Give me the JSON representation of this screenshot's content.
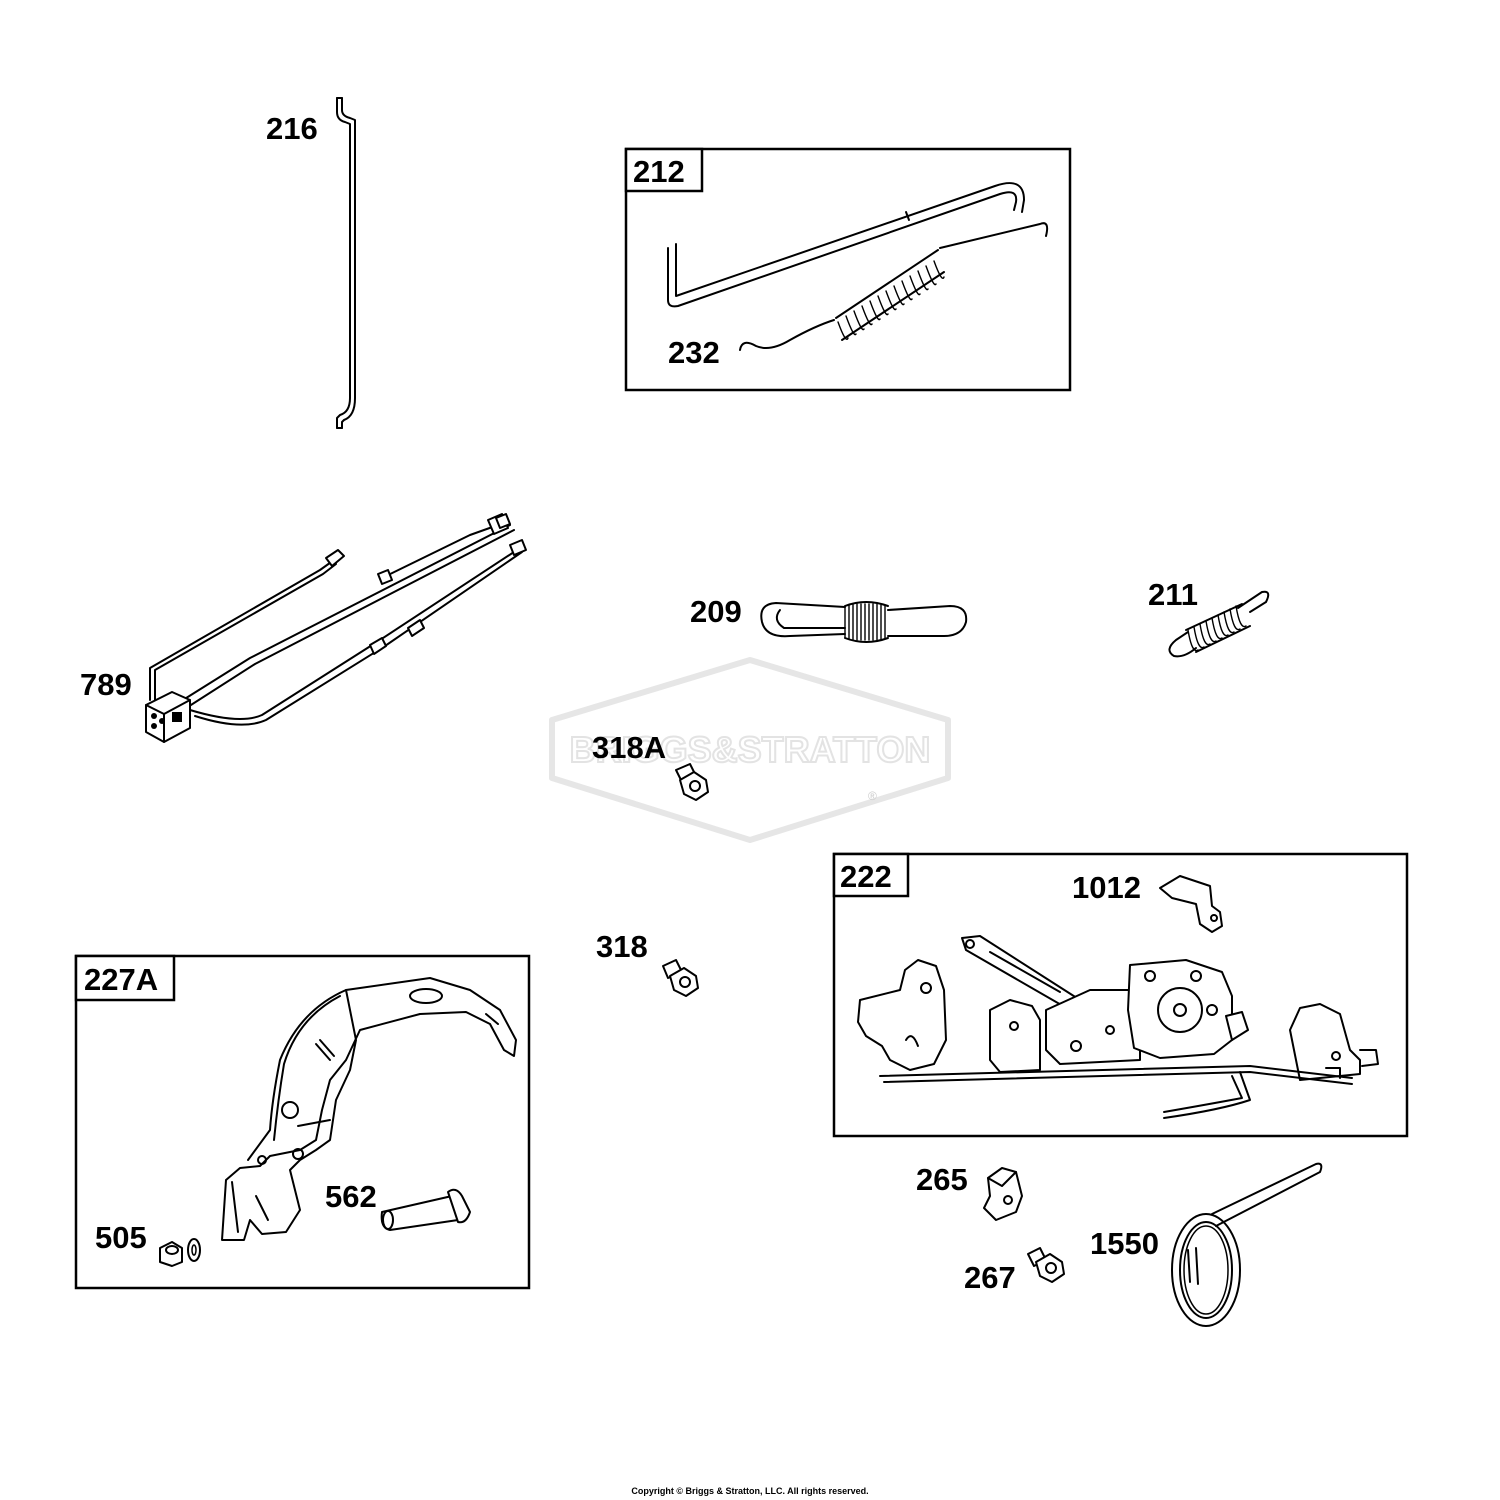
{
  "watermark": {
    "brand_text": "BRIGGS&STRATTON",
    "registered_mark": "®"
  },
  "parts": {
    "p216": "216",
    "p232": "232",
    "p209": "209",
    "p211": "211",
    "p789": "789",
    "p318A": "318A",
    "p318": "318",
    "p1012": "1012",
    "p562": "562",
    "p505": "505",
    "p265": "265",
    "p267": "267",
    "p1550": "1550"
  },
  "boxes": {
    "b212": "212",
    "b222": "222",
    "b227A": "227A"
  },
  "footer": {
    "copyright": "Copyright © Briggs & Stratton, LLC. All rights reserved."
  }
}
